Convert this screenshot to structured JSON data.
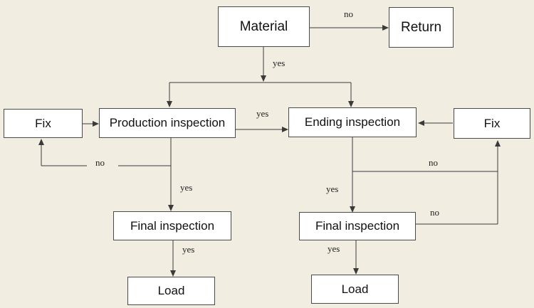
{
  "nodes": {
    "material": "Material",
    "return": "Return",
    "fix_left": "Fix",
    "production_inspection": "Production inspection",
    "ending_inspection": "Ending inspection",
    "fix_right": "Fix",
    "final_inspection_left": "Final inspection",
    "final_inspection_right": "Final inspection",
    "load_left": "Load",
    "load_right": "Load"
  },
  "edge_labels": {
    "material_to_return": "no",
    "material_down": "yes",
    "production_to_ending": "yes",
    "production_to_fix": "no",
    "production_to_final": "yes",
    "final_left_to_load": "yes",
    "ending_to_fix": "no",
    "ending_to_final": "yes",
    "final_right_to_fix": "no",
    "final_right_to_load": "yes"
  },
  "colors": {
    "background": "#f1eee1",
    "box_fill": "#ffffff",
    "line": "#3a3a3a"
  }
}
